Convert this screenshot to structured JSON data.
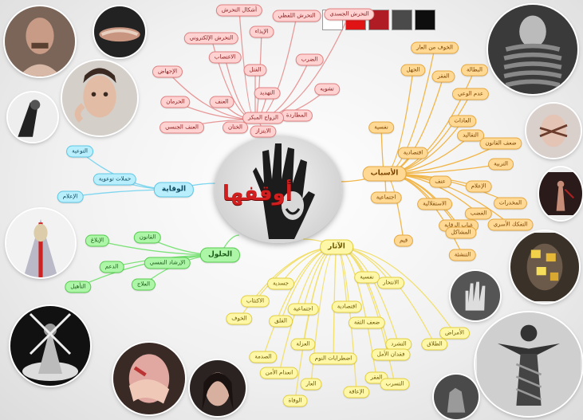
{
  "title": "أوقفها",
  "palette": [
    "#ffffff",
    "#e01414",
    "#b01c24",
    "#4a4a4a",
    "#0e0e0e"
  ],
  "branches": {
    "red": {
      "label": "",
      "nodes": [
        "أشكال التحرش",
        "التحرش اللفظي",
        "التحرش الجسدي",
        "التحرش الإلكتروني",
        "الإيذاء",
        "الضرب",
        "الاغتصاب",
        "الإجهاض",
        "القتل",
        "تشويه",
        "العنف",
        "الحرمان",
        "التهديد",
        "المطاردة",
        "العنف الجنسي",
        "الزواج المبكر",
        "الختان",
        "الابتزاز"
      ]
    },
    "orange": {
      "label": "الأسباب",
      "nodes": [
        "نفسية",
        "اجتماعية",
        "اقتصادية",
        "عنف",
        "قيم",
        "الخوف من العار",
        "الجهل",
        "الفقر",
        "البطالة",
        "عدم الوعي",
        "العادات",
        "التقاليد",
        "ضعف القانون",
        "التربية",
        "الإعلام",
        "الغضب",
        "المخدرات",
        "التفكك الأسري",
        "الاستقلالية",
        "غياب الرقابة",
        "المشاكل",
        "التنشئة"
      ]
    },
    "yellow": {
      "label": "الآثار",
      "nodes": [
        "جسدية",
        "نفسية",
        "اجتماعية",
        "اقتصادية",
        "الاكتئاب",
        "القلق",
        "العزلة",
        "ضعف الثقة",
        "الانتحار",
        "الأمراض",
        "الطلاق",
        "التشرد",
        "الفقر",
        "التسرب",
        "الإعاقة",
        "الخوف",
        "الصدمة",
        "اضطرابات النوم",
        "انعدام الأمن",
        "العار",
        "الوفاة",
        "فقدان الأمل"
      ]
    },
    "blue": {
      "label": "الوقاية",
      "nodes": [
        "التوعية",
        "حملات توعوية",
        "الإعلام"
      ]
    },
    "green": {
      "label": "الحلول",
      "nodes": [
        "القانون",
        "الإبلاغ",
        "الدعم",
        "العلاج",
        "التأهيل",
        "الإرشاد النفسي"
      ]
    }
  }
}
